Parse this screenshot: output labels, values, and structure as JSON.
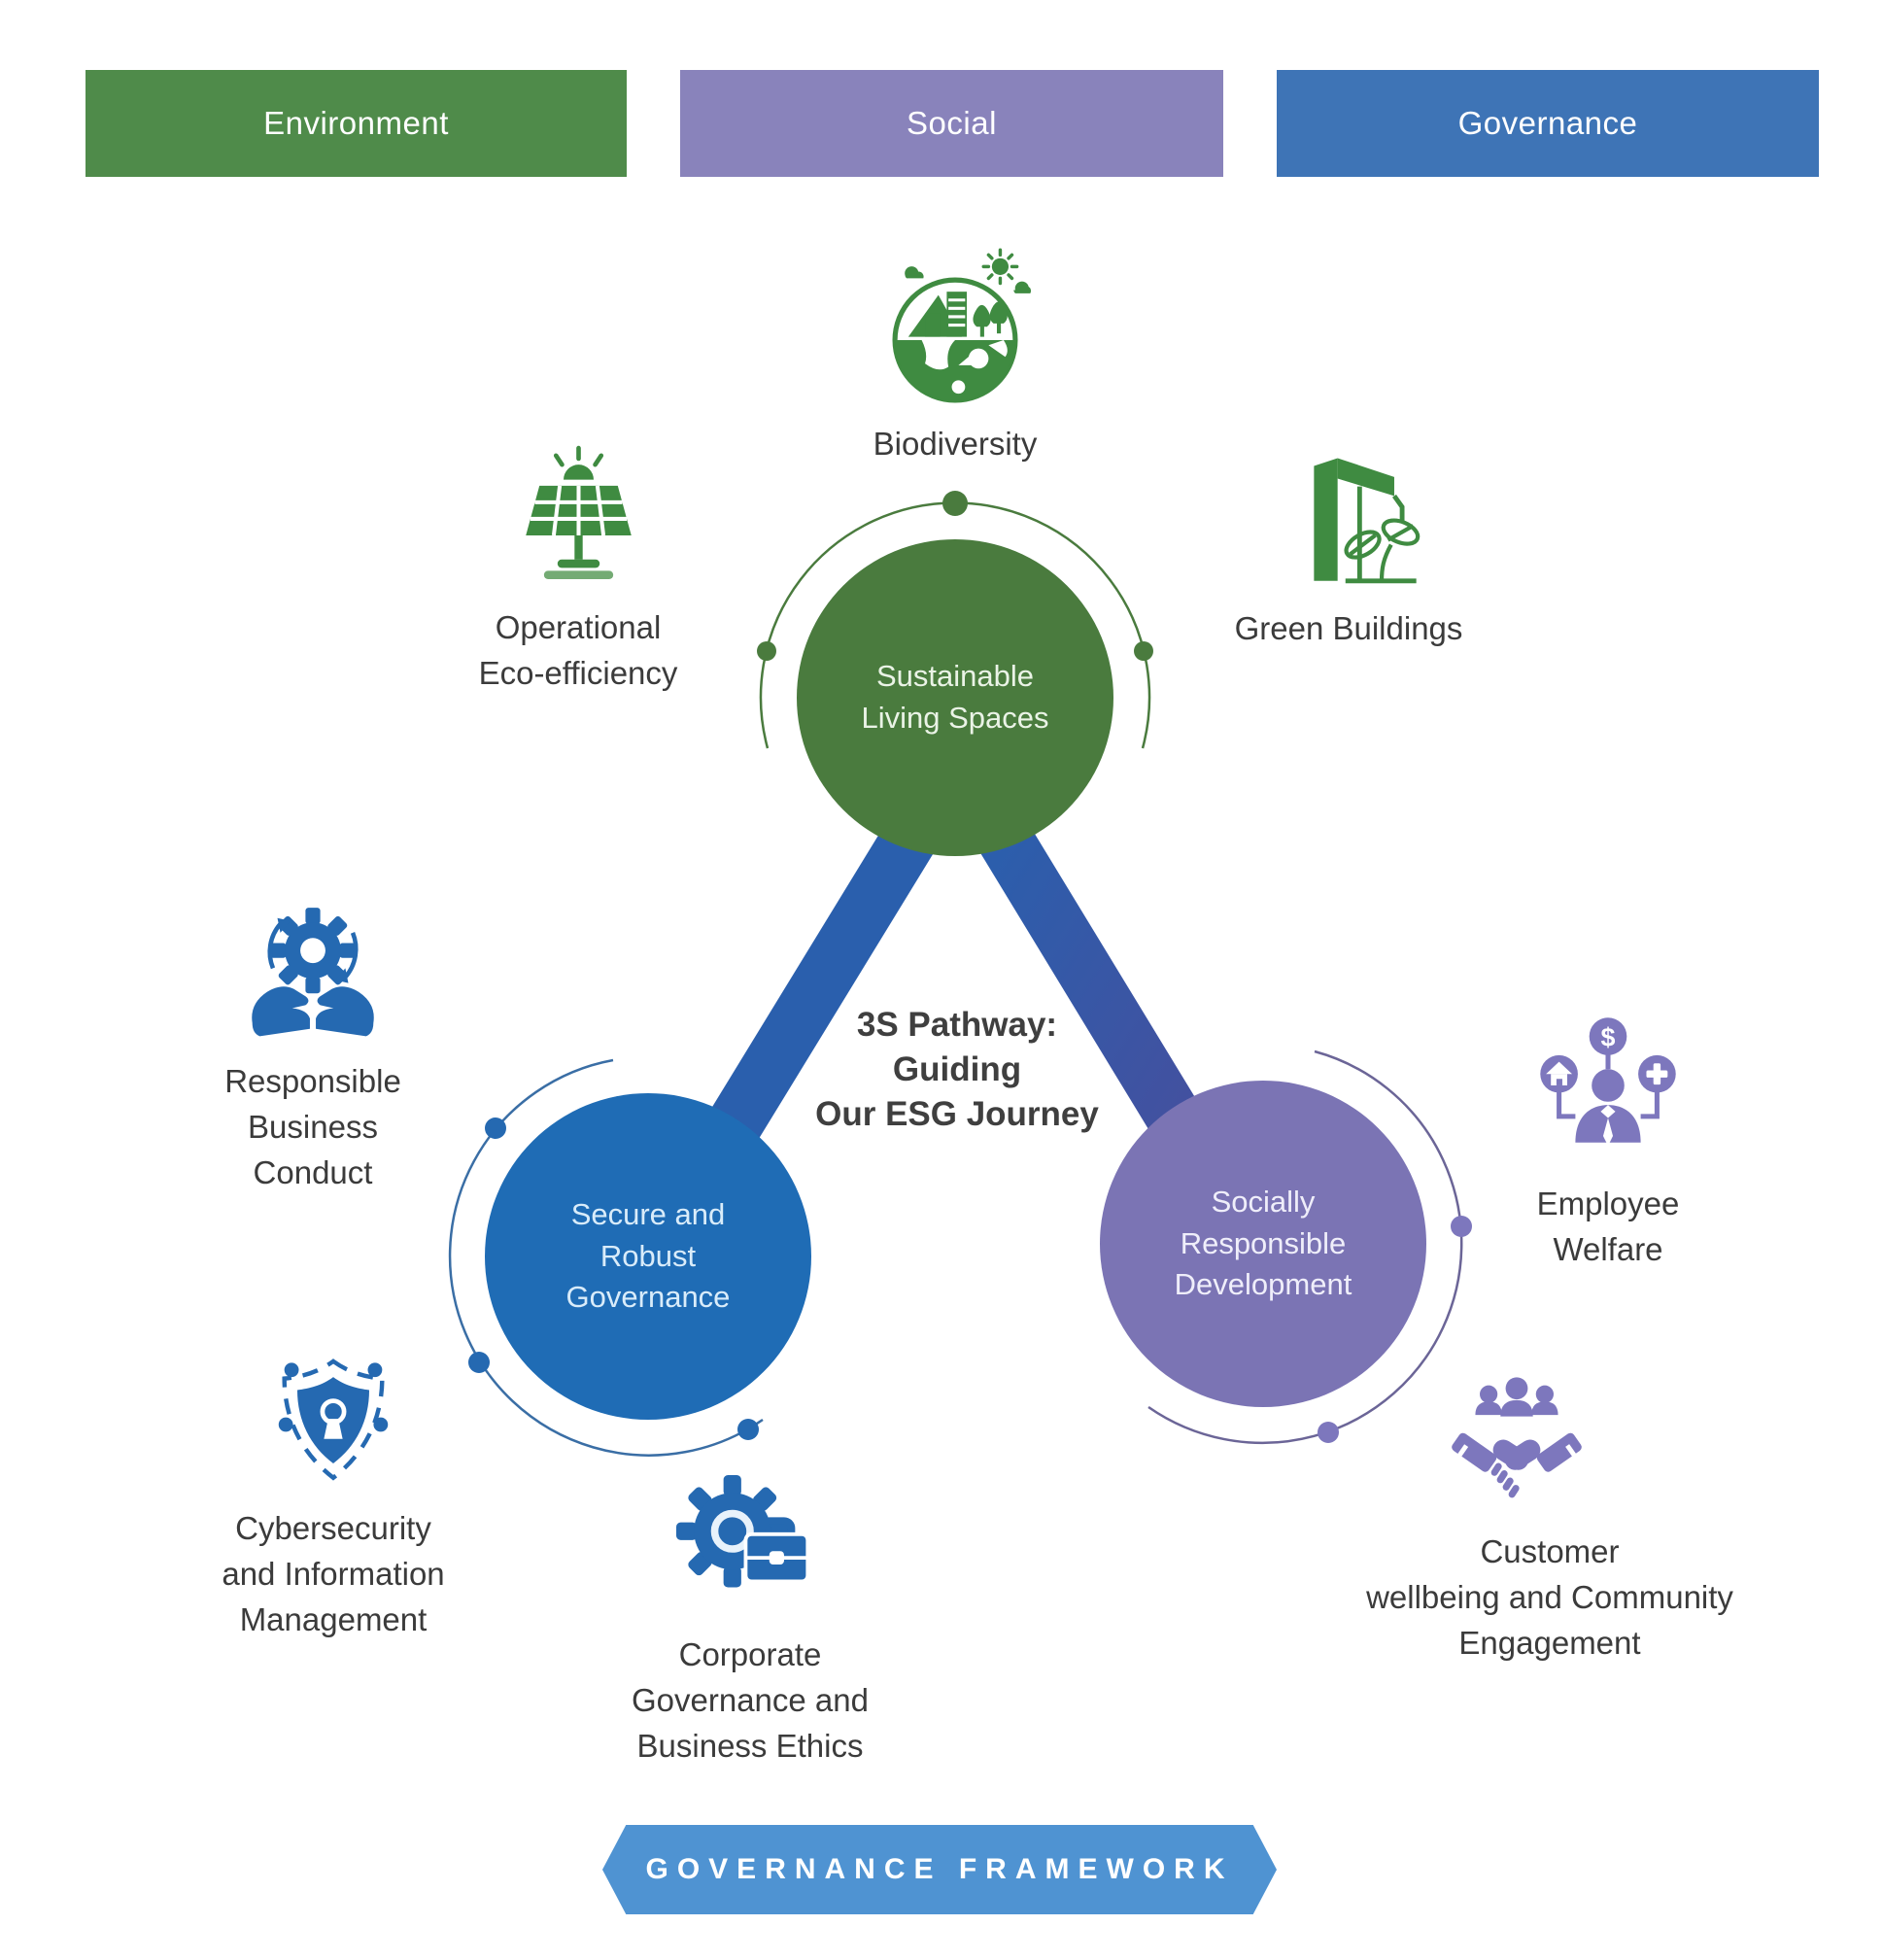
{
  "pillars": [
    {
      "label": "Environment",
      "color": "#4f8b4a"
    },
    {
      "label": "Social",
      "color": "#8983bb"
    },
    {
      "label": "Governance",
      "color": "#3e74b6"
    }
  ],
  "circles": {
    "environment": {
      "label": "Sustainable\nLiving Spaces",
      "color": "#4a7b3e"
    },
    "governance": {
      "label": "Secure and\nRobust\nGovernance",
      "color": "#1f6cb5"
    },
    "social": {
      "label": "Socially\nResponsible\nDevelopment",
      "color": "#7b74b4"
    }
  },
  "center": {
    "text": "3S Pathway:\nGuiding\nOur ESG Journey"
  },
  "items": [
    {
      "id": "operational-eco-efficiency",
      "label": "Operational\nEco-efficiency",
      "icon": "solar-panel-icon",
      "color": "#3f8b41"
    },
    {
      "id": "biodiversity",
      "label": "Biodiversity",
      "icon": "globe-ecology-icon",
      "color": "#3f8b41"
    },
    {
      "id": "green-buildings",
      "label": "Green Buildings",
      "icon": "green-building-leaf-icon",
      "color": "#3f8b41"
    },
    {
      "id": "responsible-business-conduct",
      "label": "Responsible\nBusiness\nConduct",
      "icon": "hands-gear-icon",
      "color": "#2569b1"
    },
    {
      "id": "cybersecurity-information-management",
      "label": "Cybersecurity\nand Information\nManagement",
      "icon": "shield-keyhole-icon",
      "color": "#2569b1"
    },
    {
      "id": "corporate-governance-business-ethics",
      "label": "Corporate\nGovernance and\nBusiness Ethics",
      "icon": "gear-briefcase-icon",
      "color": "#2569b1"
    },
    {
      "id": "employee-welfare",
      "label": "Employee\nWelfare",
      "icon": "employee-benefits-icon",
      "color": "#7d77bd"
    },
    {
      "id": "customer-wellbeing-community-engagement",
      "label": "Customer\nwellbeing and Community\nEngagement",
      "icon": "handshake-community-icon",
      "color": "#7d77bd"
    }
  ],
  "banner": {
    "label": "GOVERNANCE FRAMEWORK",
    "color": "#4f93d2"
  }
}
